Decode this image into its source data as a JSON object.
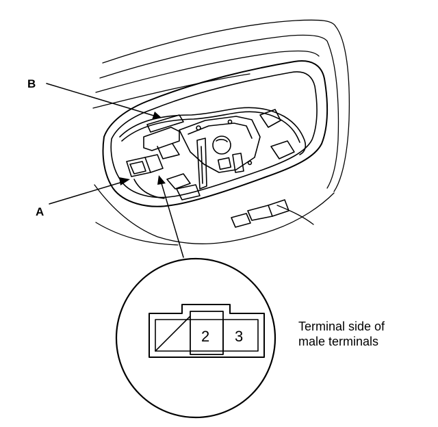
{
  "labels": {
    "b": "B",
    "a": "A"
  },
  "connector": {
    "pins": [
      "2",
      "3"
    ]
  },
  "caption": {
    "line1": "Terminal side of",
    "line2": "male terminals"
  }
}
